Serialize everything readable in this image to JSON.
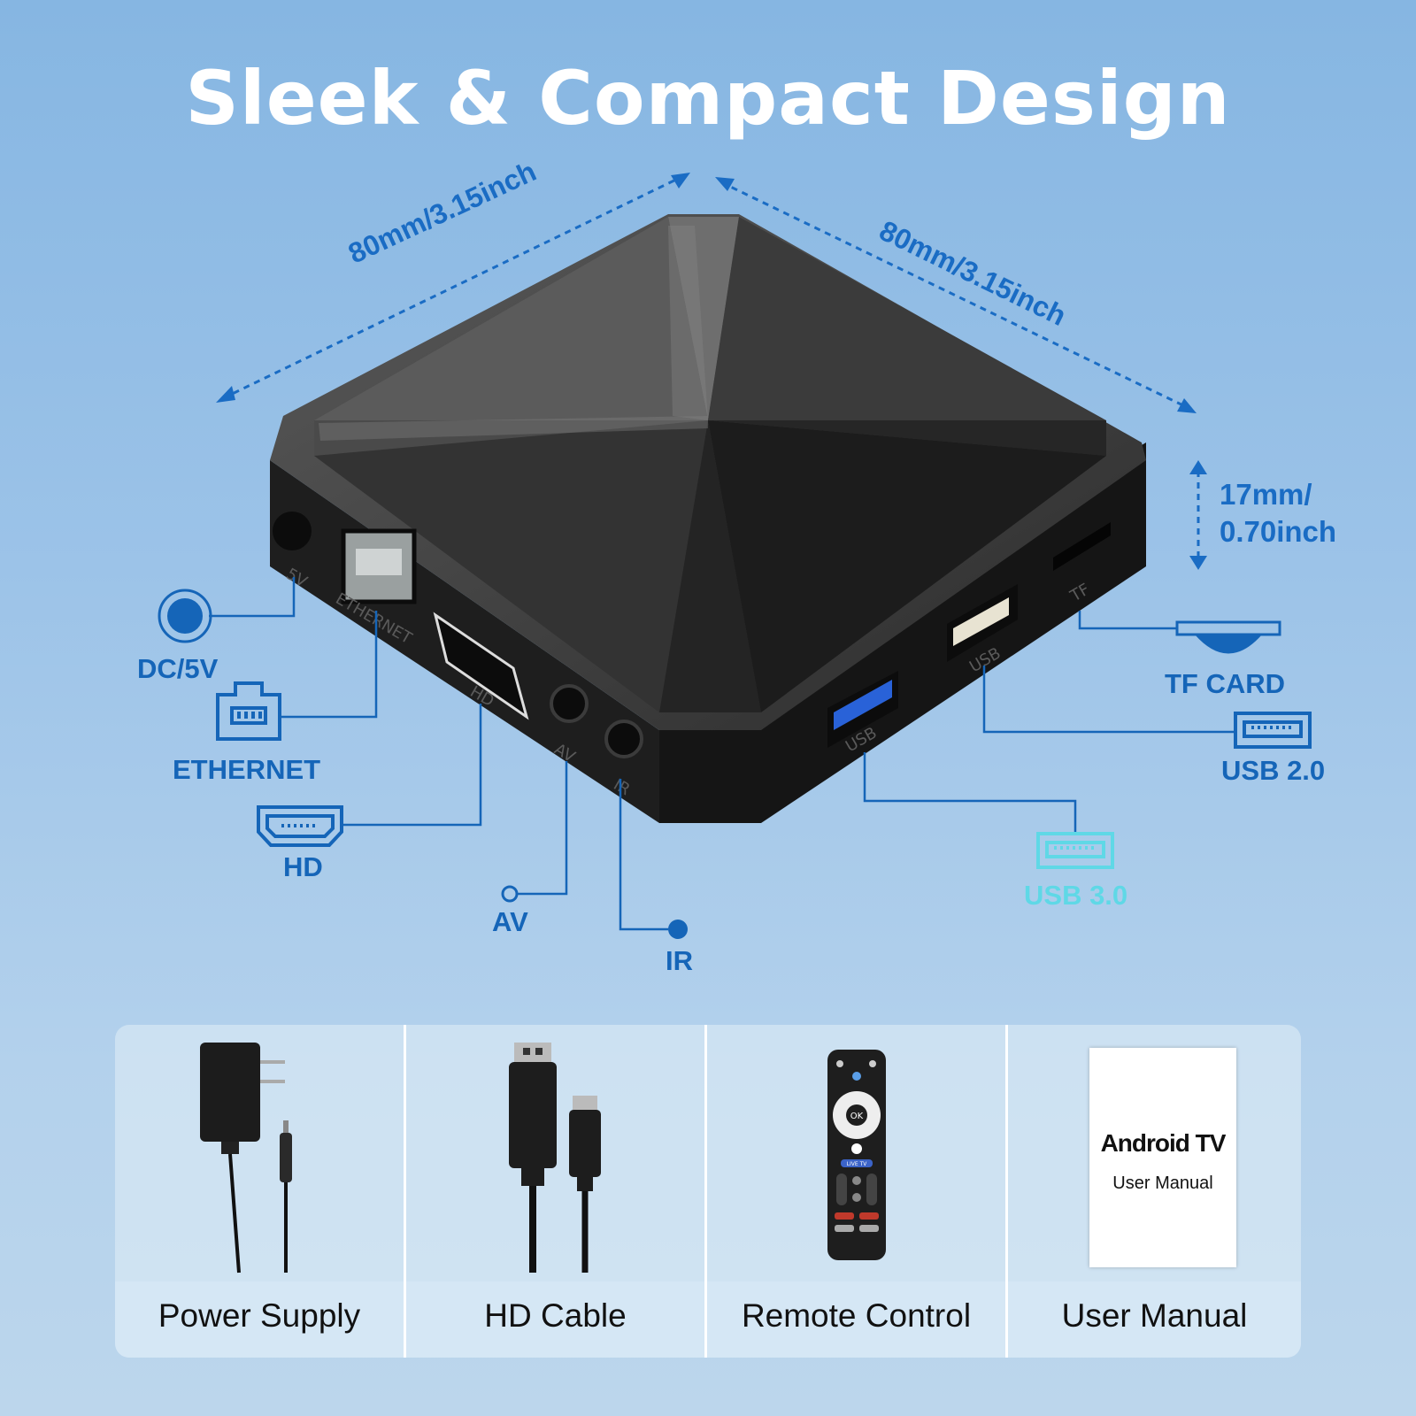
{
  "title": "Sleek & Compact Design",
  "dimensions": {
    "width_left": "80mm/3.15inch",
    "width_right": "80mm/3.15inch",
    "height_line1": "17mm/",
    "height_line2": "0.70inch"
  },
  "device_port_marks": {
    "dc": "5V",
    "ethernet": "ETHERNET",
    "hdmi": "HD",
    "av": "AV",
    "ir": "IR",
    "usb3": "USB",
    "usb2": "USB",
    "tf": "TF"
  },
  "callouts": {
    "dc": "DC/5V",
    "ethernet": "ETHERNET",
    "hd": "HD",
    "av": "AV",
    "ir": "IR",
    "tf_card": "TF CARD",
    "usb2": "USB 2.0",
    "usb3": "USB 3.0"
  },
  "colors": {
    "accent": "#1565b8",
    "usb3": "#5fd8e6",
    "device": "#2a2a2a"
  },
  "accessories": [
    {
      "label": "Power Supply",
      "icon": "power-adapter-icon"
    },
    {
      "label": "HD Cable",
      "icon": "hd-cable-icon"
    },
    {
      "label": "Remote Control",
      "icon": "remote-control-icon"
    },
    {
      "label": "User Manual",
      "icon": "user-manual-icon"
    }
  ],
  "manual": {
    "title": "Android TV",
    "subtitle": "User Manual"
  },
  "remote": {
    "ok": "OK",
    "live": "LIVE TV"
  }
}
